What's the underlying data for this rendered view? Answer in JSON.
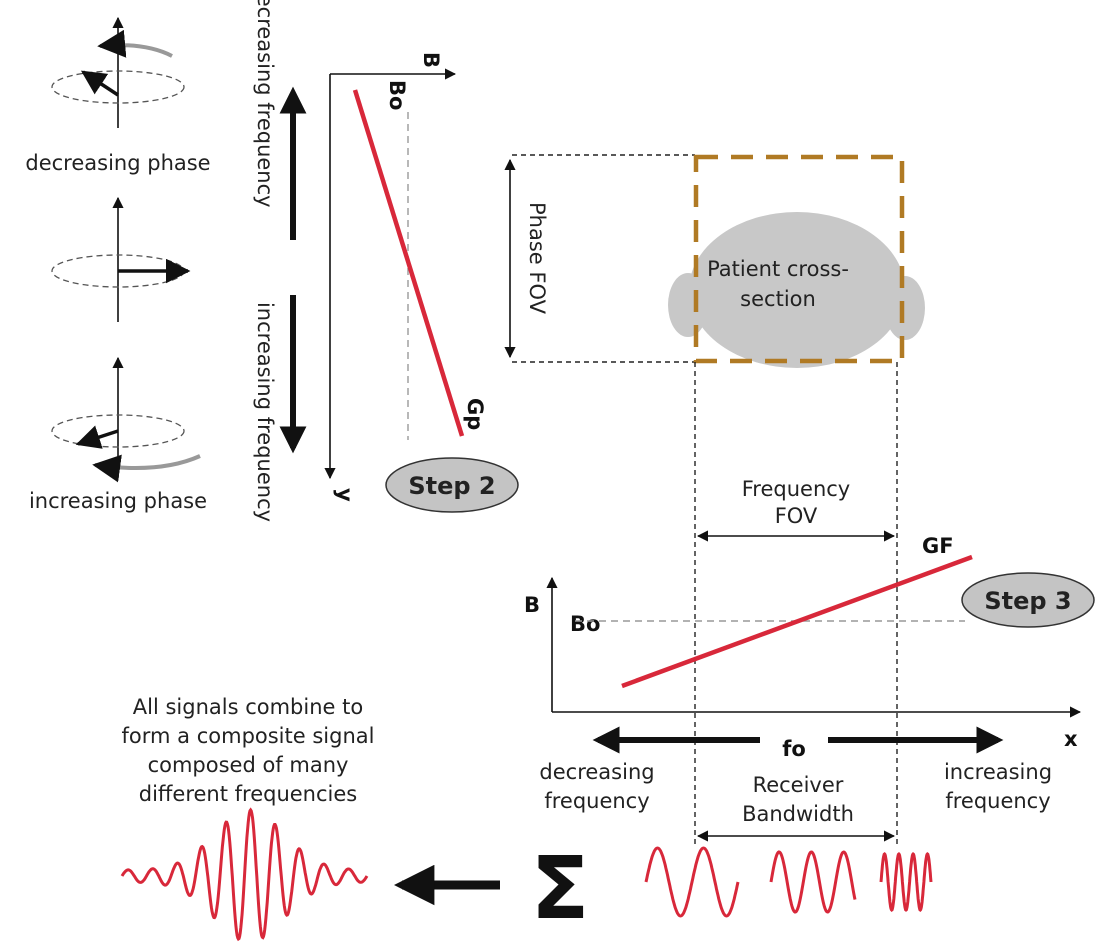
{
  "labels": {
    "decreasing_phase": "decreasing phase",
    "increasing_phase": "increasing phase",
    "decreasing_frequency_vertical": "decreasing frequency",
    "increasing_frequency_vertical": "increasing frequency",
    "phase_axis_b": "B",
    "phase_axis_b0": "Bo",
    "phase_axis_y": "y",
    "gradient_phase": "Gp",
    "step2": "Step 2",
    "phase_fov": "Phase FOV",
    "patient_cross_section_line1": "Patient cross-",
    "patient_cross_section_line2": "section",
    "frequency_fov_line1": "Frequency",
    "frequency_fov_line2": "FOV",
    "gradient_frequency": "GF",
    "step3": "Step 3",
    "freq_axis_b": "B",
    "freq_axis_b0": "Bo",
    "freq_axis_x": "x",
    "center_frequency": "fo",
    "decreasing_frequency_line1": "decreasing",
    "decreasing_frequency_line2": "frequency",
    "receiver_bandwidth_line1": "Receiver",
    "receiver_bandwidth_line2": "Bandwidth",
    "increasing_frequency_line1": "increasing",
    "increasing_frequency_line2": "frequency",
    "composite_line1": "All signals combine to",
    "composite_line2": "form a composite signal",
    "composite_line3": "composed of many",
    "composite_line4": "different frequencies",
    "sum_symbol": "Σ"
  },
  "colors": {
    "gradient_line": "#d8283a",
    "fov_box": "#b07a24",
    "patient_fill": "#c8c8c8",
    "step_fill": "#c4c4c4",
    "arrow_gray": "#999999"
  },
  "icons": [
    "spin-vector-icon",
    "rotation-arrow-icon",
    "sigma-icon",
    "sine-wave-icon"
  ]
}
